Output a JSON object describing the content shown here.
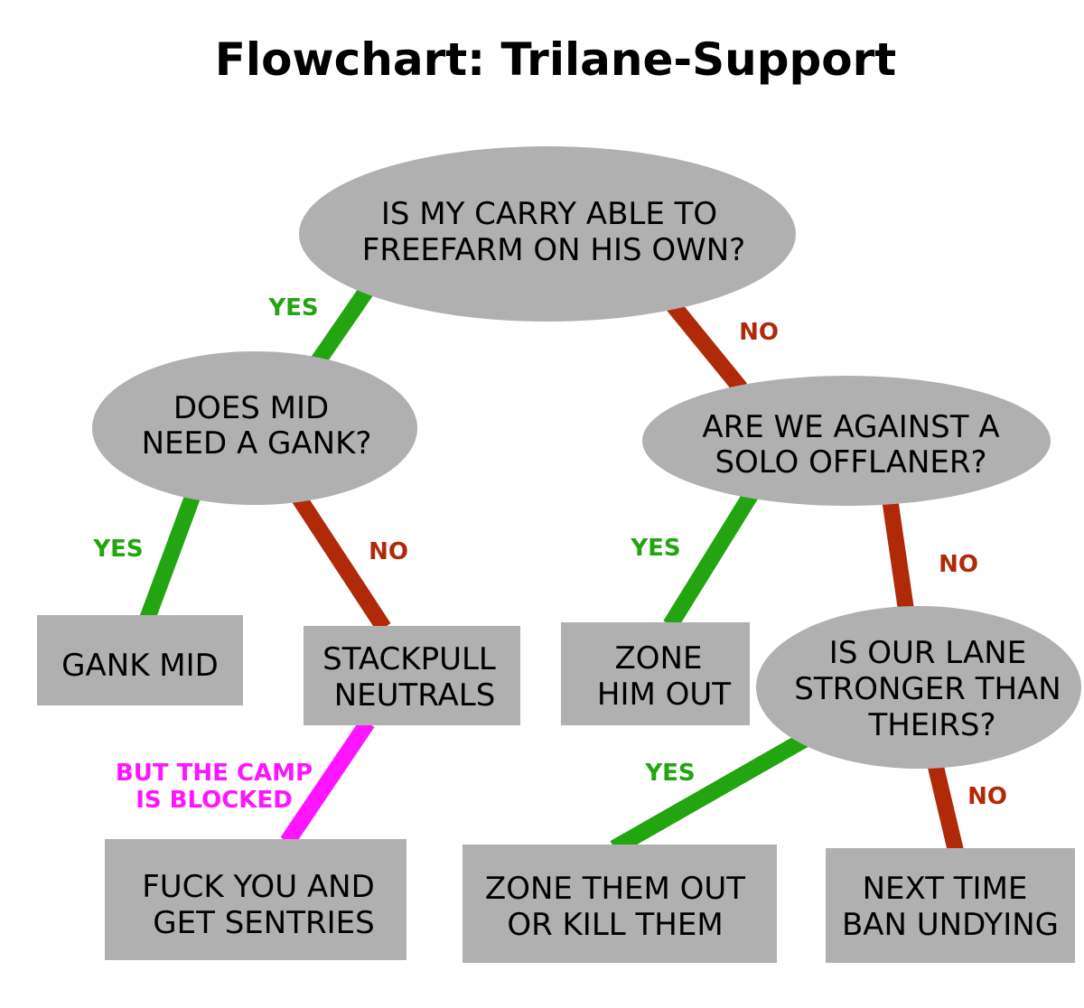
{
  "title": "Flowchart: Trilane-Support",
  "colors": {
    "node": "#b0b0b0",
    "yes": "#22a511",
    "no": "#b02a0a",
    "special": "#ff14ff"
  },
  "nodes": {
    "q1": [
      "IS MY CARRY ABLE TO",
      "FREEFARM ON HIS OWN?"
    ],
    "q2": [
      "DOES MID",
      "NEED A GANK?"
    ],
    "q3": [
      "ARE WE AGAINST A",
      "SOLO OFFLANER?"
    ],
    "q4": [
      "IS OUR LANE",
      "STRONGER THAN",
      "THEIRS?"
    ],
    "gank": [
      "GANK MID"
    ],
    "stack": [
      "STACKPULL",
      "NEUTRALS"
    ],
    "zone1": [
      "ZONE",
      "HIM OUT"
    ],
    "sentries": [
      "FUCK YOU AND",
      "GET SENTRIES"
    ],
    "zone2": [
      "ZONE THEM OUT",
      "OR KILL THEM"
    ],
    "ban": [
      "NEXT TIME",
      "BAN UNDYING"
    ]
  },
  "edges": {
    "yes": "YES",
    "no": "NO",
    "blocked": [
      "BUT THE CAMP",
      "IS BLOCKED"
    ]
  }
}
